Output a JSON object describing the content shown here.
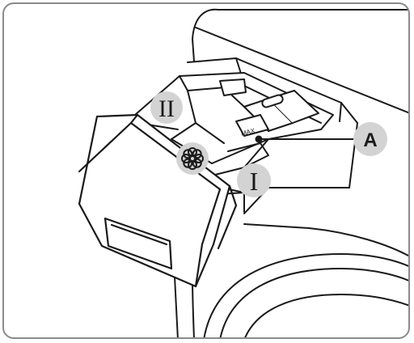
{
  "labels": {
    "compartment_main": "II",
    "compartment_prewash": "I",
    "compartment_softener_icon": "flower-icon",
    "callout": "A",
    "max_mark": "MAX"
  },
  "colors": {
    "badge_fill": "#d3d3d3",
    "line": "#1a1a1a",
    "frame": "#8a8a8a"
  }
}
